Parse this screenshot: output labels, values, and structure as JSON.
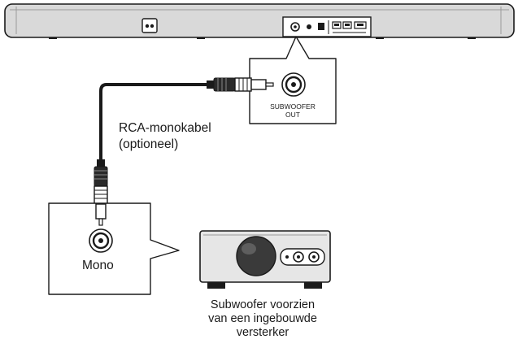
{
  "soundbar": {
    "port_label_line1": "SUBWOOFER",
    "port_label_line2": "OUT"
  },
  "cable": {
    "label_line1": "RCA-monokabel",
    "label_line2": "(optioneel)"
  },
  "subwoofer_input": {
    "label": "Mono"
  },
  "subwoofer": {
    "caption_line1": "Subwoofer voorzien",
    "caption_line2": "van een ingebouwde",
    "caption_line3": "versterker"
  },
  "colors": {
    "line": "#1a1a1a",
    "soundbar_body": "#d9d9d9",
    "callout_fill": "#ffffff",
    "subwoofer_body": "#e6e6e6",
    "driver": "#3a3a3a"
  }
}
